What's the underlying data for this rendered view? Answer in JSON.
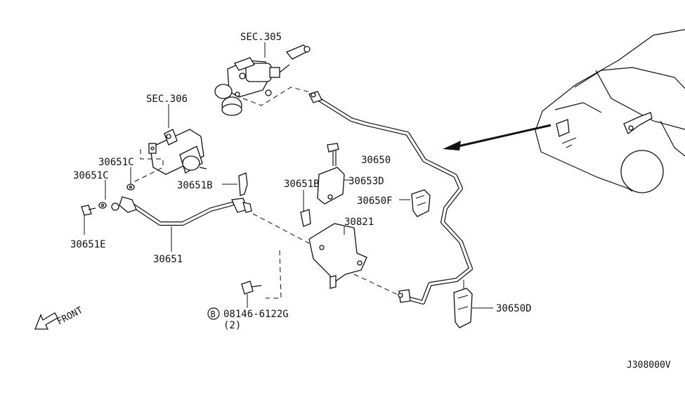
{
  "labels": {
    "sec305": "SEC.305",
    "sec306": "SEC.306",
    "p30650": "30650",
    "p30653D": "30653D",
    "p30650F": "30650F",
    "p30651B_left": "30651B",
    "p30651B_mid": "30651B",
    "p30651C_a": "30651C",
    "p30651C_b": "30651C",
    "p30651E": "30651E",
    "p30651": "30651",
    "p30821": "30821",
    "p30650D": "30650D",
    "bolt_circle": "B",
    "bolt_number": "08146-6122G",
    "bolt_qty": "(2)",
    "front": "FRONT",
    "diagram_code": "J308000V"
  },
  "colors": {
    "line": "#111111",
    "background": "#ffffff"
  },
  "icons": {
    "front_arrow": "front-arrow-icon",
    "bolt_marker": "circled-b-icon"
  }
}
